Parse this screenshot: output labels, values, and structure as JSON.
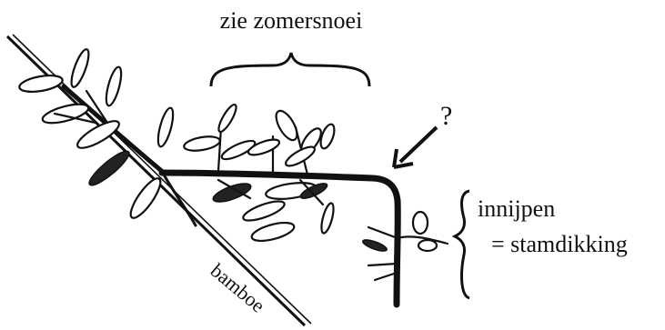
{
  "labels": {
    "summer_pruning": "zie zomersnoei",
    "question": "?",
    "pinch_line1": "innijpen",
    "pinch_line2": "= stamdikking",
    "bamboo": "bamboe"
  },
  "colors": {
    "ink": "#111111",
    "background": "#ffffff"
  }
}
